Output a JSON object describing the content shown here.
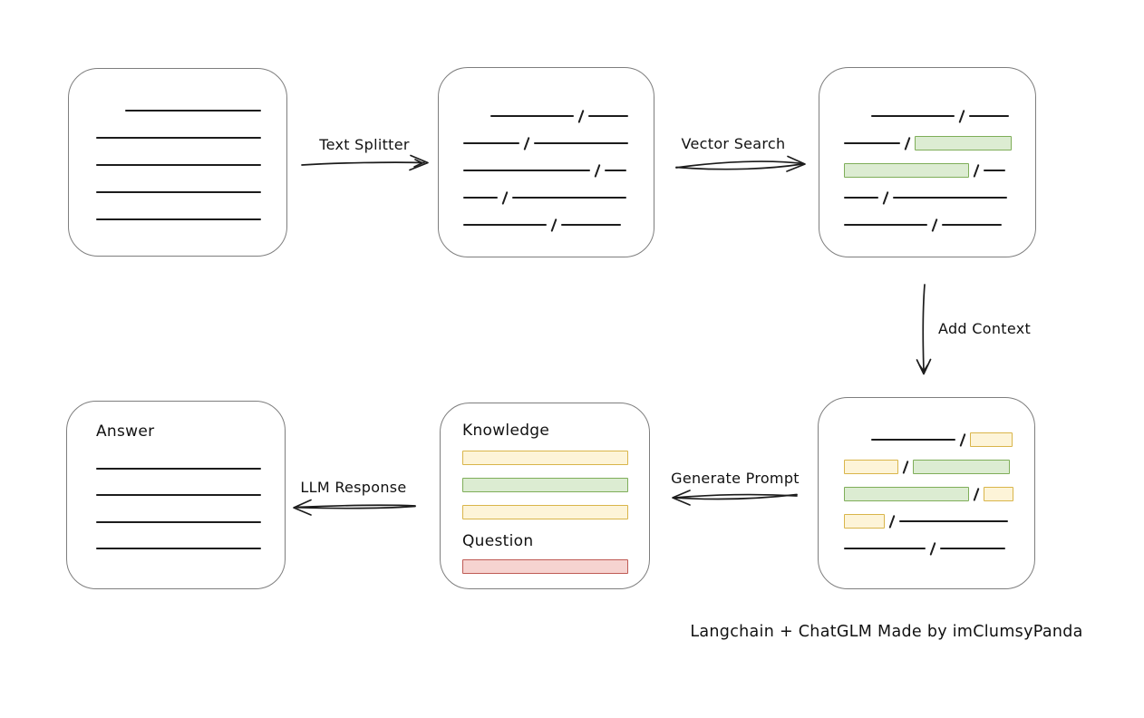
{
  "diagram": {
    "caption": "Langchain + ChatGLM Made by imClumsyPanda",
    "labels": {
      "text_splitter": "Text Splitter",
      "vector_search": "Vector Search",
      "add_context": "Add Context",
      "generate_prompt": "Generate Prompt",
      "llm_response": "LLM Response"
    },
    "colors": {
      "box_border": "#7e7e7e",
      "line": "#1c1c1c",
      "text": "#111111",
      "green_fill": "#dcecd2",
      "green_border": "#7fae59",
      "yellow_fill": "#fdf4d8",
      "yellow_border": "#d9b54a",
      "red_fill": "#f6d3d0",
      "red_border": "#bf5b55"
    },
    "boxes": {
      "source_document": {
        "rows": [
          [
            {
              "t": "gap",
              "w": 32
            },
            {
              "t": "line",
              "w": 150
            }
          ],
          [
            {
              "t": "line",
              "w": 182
            }
          ],
          [
            {
              "t": "line",
              "w": 182
            }
          ],
          [
            {
              "t": "line",
              "w": 182
            }
          ],
          [
            {
              "t": "line",
              "w": 182
            }
          ]
        ]
      },
      "split_chunks": {
        "rows": [
          [
            {
              "t": "gap",
              "w": 30
            },
            {
              "t": "line",
              "w": 92
            },
            {
              "t": "slash"
            },
            {
              "t": "line",
              "w": 44
            }
          ],
          [
            {
              "t": "line",
              "w": 62
            },
            {
              "t": "slash"
            },
            {
              "t": "line",
              "w": 104
            }
          ],
          [
            {
              "t": "line",
              "w": 140
            },
            {
              "t": "slash"
            },
            {
              "t": "line",
              "w": 24
            }
          ],
          [
            {
              "t": "line",
              "w": 38
            },
            {
              "t": "slash"
            },
            {
              "t": "line",
              "w": 126
            }
          ],
          [
            {
              "t": "line",
              "w": 92
            },
            {
              "t": "slash"
            },
            {
              "t": "line",
              "w": 66
            }
          ]
        ]
      },
      "vector_matches": {
        "rows": [
          [
            {
              "t": "gap",
              "w": 30
            },
            {
              "t": "line",
              "w": 92
            },
            {
              "t": "slash"
            },
            {
              "t": "line",
              "w": 44
            }
          ],
          [
            {
              "t": "line",
              "w": 62
            },
            {
              "t": "slash"
            },
            {
              "t": "chip",
              "c": "green",
              "w": 107
            }
          ],
          [
            {
              "t": "chip",
              "c": "green",
              "w": 138
            },
            {
              "t": "slash"
            },
            {
              "t": "line",
              "w": 24
            }
          ],
          [
            {
              "t": "line",
              "w": 38
            },
            {
              "t": "slash"
            },
            {
              "t": "line",
              "w": 126
            }
          ],
          [
            {
              "t": "line",
              "w": 92
            },
            {
              "t": "slash"
            },
            {
              "t": "line",
              "w": 66
            }
          ]
        ]
      },
      "context_chunks": {
        "rows": [
          [
            {
              "t": "gap",
              "w": 30
            },
            {
              "t": "line",
              "w": 93
            },
            {
              "t": "slash"
            },
            {
              "t": "chip",
              "c": "yellow",
              "w": 47
            }
          ],
          [
            {
              "t": "chip",
              "c": "yellow",
              "w": 60
            },
            {
              "t": "slash"
            },
            {
              "t": "chip",
              "c": "green",
              "w": 107
            }
          ],
          [
            {
              "t": "chip",
              "c": "green",
              "w": 138
            },
            {
              "t": "slash"
            },
            {
              "t": "chip",
              "c": "yellow",
              "w": 33
            }
          ],
          [
            {
              "t": "chip",
              "c": "yellow",
              "w": 45
            },
            {
              "t": "slash"
            },
            {
              "t": "line",
              "w": 120
            }
          ],
          [
            {
              "t": "line",
              "w": 90
            },
            {
              "t": "slash"
            },
            {
              "t": "line",
              "w": 72
            }
          ]
        ]
      },
      "prompt": {
        "knowledge_label": "Knowledge",
        "knowledge_rows": [
          [
            {
              "t": "chip",
              "c": "yellow",
              "w": 183
            }
          ],
          [
            {
              "t": "chip",
              "c": "green",
              "w": 183
            }
          ],
          [
            {
              "t": "chip",
              "c": "yellow",
              "w": 183
            }
          ]
        ],
        "question_label": "Question",
        "question_rows": [
          [
            {
              "t": "chip",
              "c": "red",
              "w": 183
            }
          ]
        ]
      },
      "answer": {
        "label": "Answer",
        "rows": [
          [
            {
              "t": "line",
              "w": 182
            }
          ],
          [
            {
              "t": "line",
              "w": 182
            }
          ],
          [
            {
              "t": "line",
              "w": 182
            }
          ],
          [
            {
              "t": "line",
              "w": 182
            }
          ]
        ]
      }
    }
  }
}
